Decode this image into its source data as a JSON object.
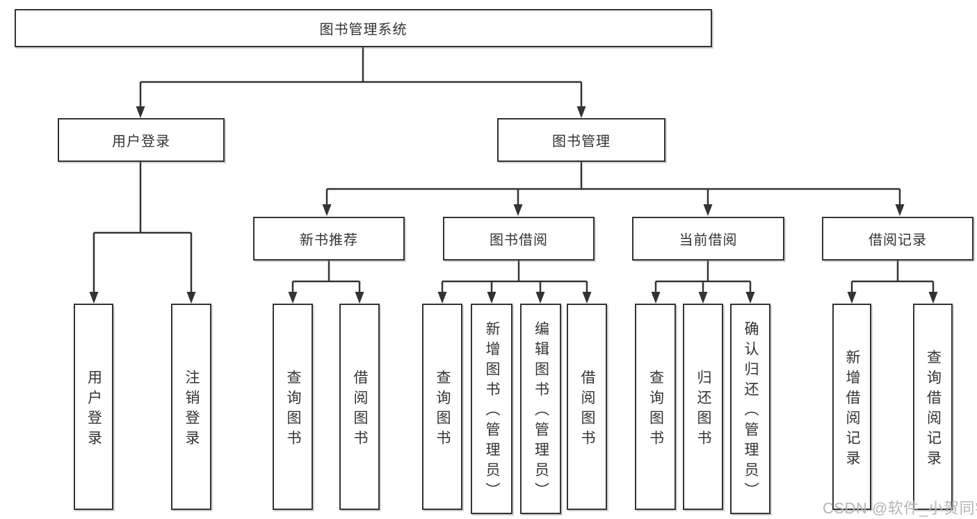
{
  "tree": {
    "root": {
      "label": "图书管理系统"
    },
    "level2": [
      {
        "label": "用户登录"
      },
      {
        "label": "图书管理"
      }
    ],
    "level3": [
      {
        "label": "新书推荐",
        "parent": "图书管理"
      },
      {
        "label": "图书借阅",
        "parent": "图书管理"
      },
      {
        "label": "当前借阅",
        "parent": "图书管理"
      },
      {
        "label": "借阅记录",
        "parent": "图书管理"
      }
    ],
    "level4": [
      {
        "label": "用户登录",
        "parent": "用户登录"
      },
      {
        "label": "注销登录",
        "parent": "用户登录"
      },
      {
        "label": "查询图书",
        "parent": "新书推荐"
      },
      {
        "label": "借阅图书",
        "parent": "新书推荐"
      },
      {
        "label": "查询图书",
        "parent": "图书借阅"
      },
      {
        "label": "新增图书（管理员）",
        "parent": "图书借阅"
      },
      {
        "label": "编辑图书（管理员）",
        "parent": "图书借阅"
      },
      {
        "label": "借阅图书",
        "parent": "图书借阅"
      },
      {
        "label": "查询图书",
        "parent": "当前借阅"
      },
      {
        "label": "归还图书",
        "parent": "当前借阅"
      },
      {
        "label": "确认归还（管理员）",
        "parent": "当前借阅"
      },
      {
        "label": "新增借阅记录",
        "parent": "借阅记录"
      },
      {
        "label": "查询借阅记录",
        "parent": "借阅记录"
      }
    ]
  },
  "watermark": {
    "text": "CSDN @软件_小贺同学"
  },
  "colors": {
    "line": "#333333",
    "box_border": "#333333",
    "box_fill": "#ffffff",
    "text": "#333333",
    "watermark": "#b5b5b5",
    "background": "#ffffff"
  }
}
